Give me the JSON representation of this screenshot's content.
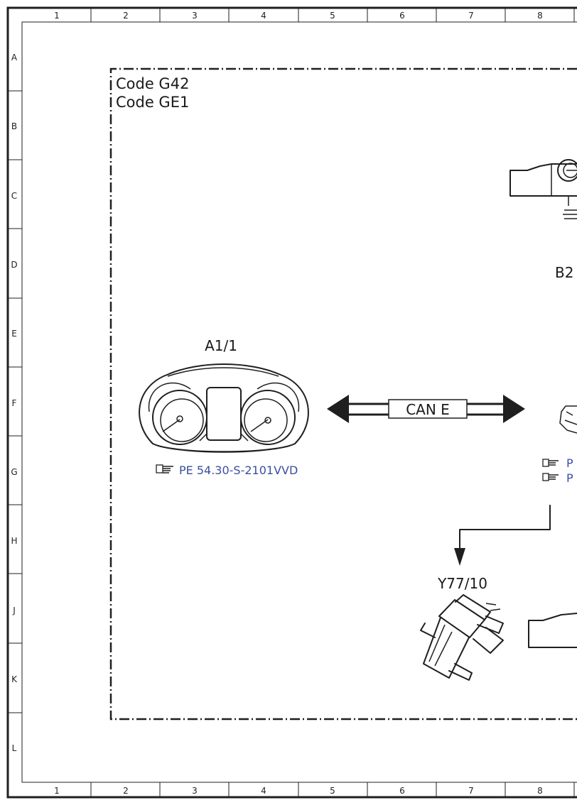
{
  "frame": {
    "columns": [
      "1",
      "2",
      "3",
      "4",
      "5",
      "6",
      "7",
      "8"
    ],
    "rows": [
      "A",
      "B",
      "C",
      "D",
      "E",
      "F",
      "G",
      "H",
      "J",
      "K",
      "L"
    ]
  },
  "codes": [
    "Code G42",
    "Code GE1"
  ],
  "components": {
    "cluster_label": "A1/1",
    "valve_label": "Y77/10",
    "sensor_label_partial": "B2"
  },
  "bus": {
    "label": "CAN E"
  },
  "links": {
    "cluster_ref": "PE 54.30-S-2101VVD",
    "right_ref_1": "P",
    "right_ref_2": "P"
  },
  "icons": {
    "reference": "pointing-hand-icon"
  }
}
